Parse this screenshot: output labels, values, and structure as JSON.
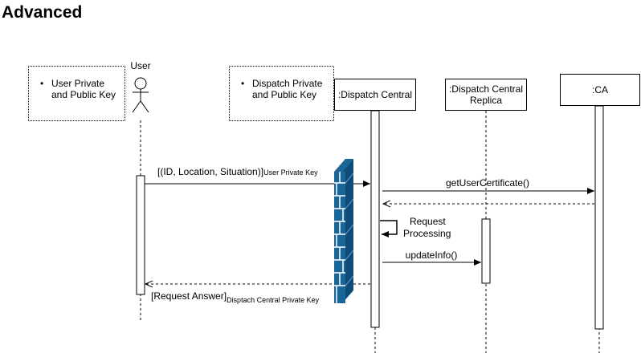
{
  "title": "Advanced",
  "actors": {
    "user": "User",
    "dispatch_central": ":Dispatch Central",
    "replica": ":Dispatch Central Replica",
    "ca": ":CA"
  },
  "notes": {
    "user_keys": "User Private and Public Key",
    "dispatch_keys": "Dispatch Private and Public Key"
  },
  "messages": {
    "request_main": "[(ID, Location, Situation)]",
    "request_sub": "User Private Key",
    "get_cert": "getUserCertificate()",
    "processing_line1": "Request",
    "processing_line2": "Processing",
    "update_info": "updateInfo()",
    "answer_main": "[Request Answer]",
    "answer_sub": "Disptach Central Private Key"
  },
  "colors": {
    "firewall": "#1a6699",
    "firewall_dark": "#0e4d75"
  }
}
